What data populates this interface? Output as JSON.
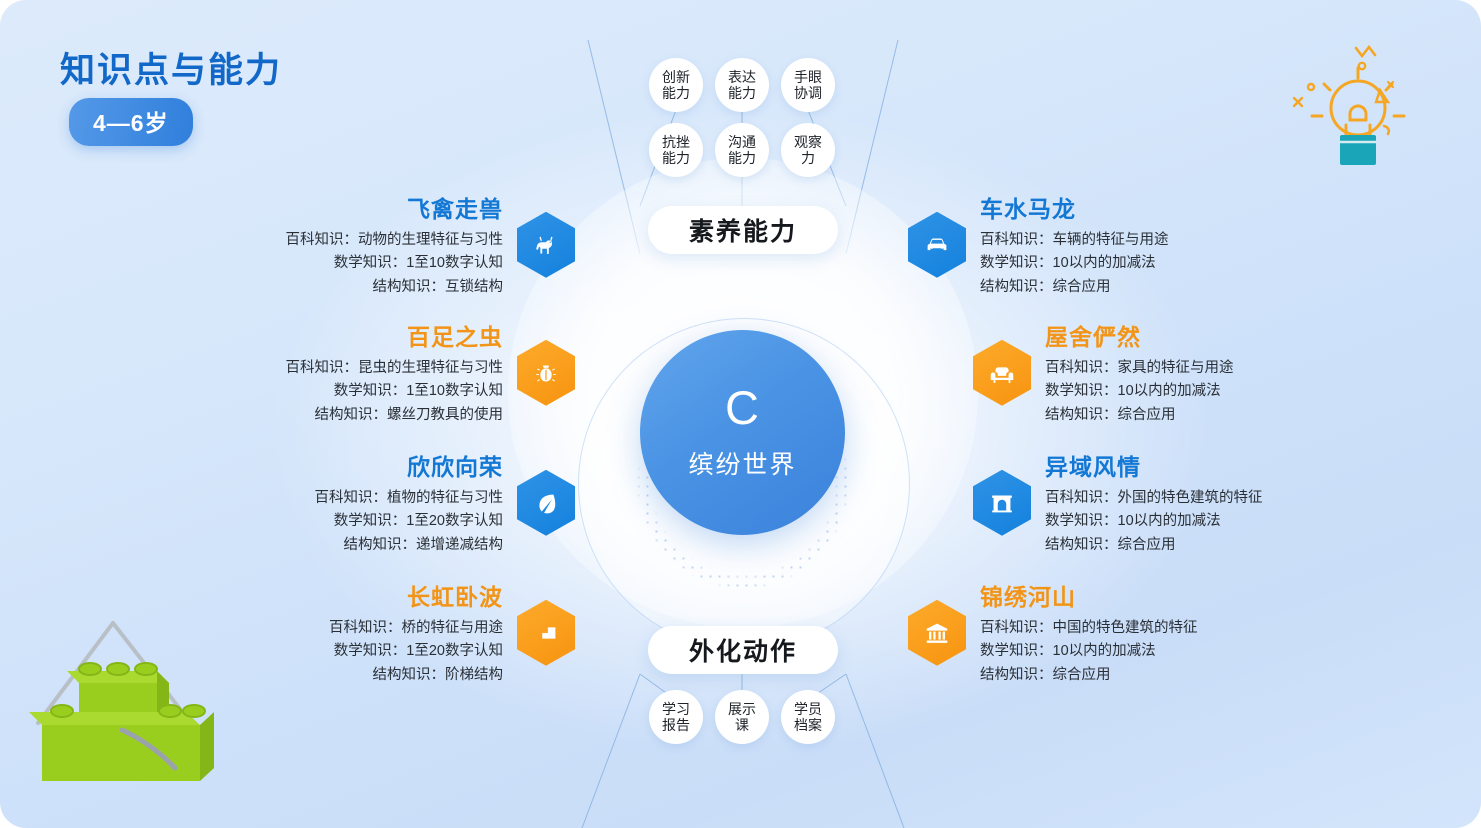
{
  "header": {
    "title": "知识点与能力",
    "age_badge": "4—6岁"
  },
  "center": {
    "letter": "C",
    "title": "缤纷世界"
  },
  "top_group": {
    "pill_label": "素养能力",
    "bubbles": [
      {
        "line1": "创新",
        "line2": "能力"
      },
      {
        "line1": "表达",
        "line2": "能力"
      },
      {
        "line1": "手眼",
        "line2": "协调"
      },
      {
        "line1": "抗挫",
        "line2": "能力"
      },
      {
        "line1": "沟通",
        "line2": "能力"
      },
      {
        "line1": "观察",
        "line2": "力"
      }
    ]
  },
  "bottom_group": {
    "pill_label": "外化动作",
    "bubbles": [
      {
        "line1": "学习",
        "line2": "报告"
      },
      {
        "line1": "展示",
        "line2": "课"
      },
      {
        "line1": "学员",
        "line2": "档案"
      }
    ]
  },
  "left_items": [
    {
      "name": "飞禽走兽",
      "color": "blue",
      "icon": "deer-icon",
      "lines": [
        "百科知识：动物的生理特征与习性",
        "数学知识：1至10数字认知",
        "结构知识：互锁结构"
      ]
    },
    {
      "name": "百足之虫",
      "color": "orange",
      "icon": "bug-icon",
      "lines": [
        "百科知识：昆虫的生理特征与习性",
        "数学知识：1至10数字认知",
        "结构知识：螺丝刀教具的使用"
      ]
    },
    {
      "name": "欣欣向荣",
      "color": "blue",
      "icon": "leaf-icon",
      "lines": [
        "百科知识：植物的特征与习性",
        "数学知识：1至20数字认知",
        "结构知识：递增递减结构"
      ]
    },
    {
      "name": "长虹卧波",
      "color": "orange",
      "icon": "stairs-icon",
      "lines": [
        "百科知识：桥的特征与用途",
        "数学知识：1至20数字认知",
        "结构知识：阶梯结构"
      ]
    }
  ],
  "right_items": [
    {
      "name": "车水马龙",
      "color": "blue",
      "icon": "car-icon",
      "lines": [
        "百科知识：车辆的特征与用途",
        "数学知识：10以内的加减法",
        "结构知识：综合应用"
      ]
    },
    {
      "name": "屋舍俨然",
      "color": "orange",
      "icon": "sofa-icon",
      "lines": [
        "百科知识：家具的特征与用途",
        "数学知识：10以内的加减法",
        "结构知识：综合应用"
      ]
    },
    {
      "name": "异域风情",
      "color": "blue",
      "icon": "arch-icon",
      "lines": [
        "百科知识：外国的特色建筑的特征",
        "数学知识：10以内的加减法",
        "结构知识：综合应用"
      ]
    },
    {
      "name": "锦绣河山",
      "color": "orange",
      "icon": "temple-icon",
      "lines": [
        "百科知识：中国的特色建筑的特征",
        "数学知识：10以内的加减法",
        "结构知识：综合应用"
      ]
    }
  ],
  "decorations": {
    "bulb": "lightbulb-icon",
    "bricks": "lego-bricks-icon"
  },
  "colors": {
    "brand_blue": "#1377d4",
    "accent_orange": "#f29417",
    "core_blue": "#4a93e4",
    "background": "#d3e5fb",
    "brick_green": "#9ace1e",
    "bulb_orange": "#f5a623",
    "bulb_teal": "#1aa5b8"
  }
}
